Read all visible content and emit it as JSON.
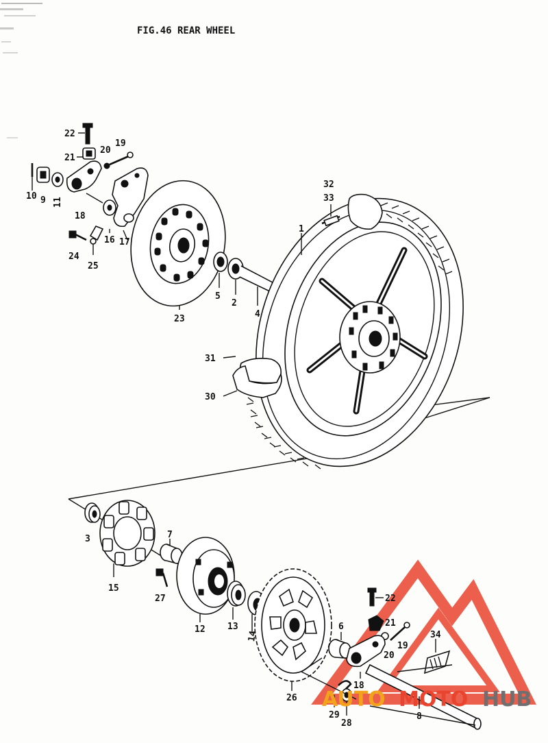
{
  "title": "FIG.46   REAR WHEEL",
  "labels": {
    "l1": "1",
    "l2": "2",
    "l3": "3",
    "l4": "4",
    "l5": "5",
    "l6": "6",
    "l7": "7",
    "l8": "8",
    "l9": "9",
    "l10": "10",
    "l11": "11",
    "l12": "12",
    "l13": "13",
    "l14": "14",
    "l15": "15",
    "l16": "16",
    "l17": "17",
    "l18a": "18",
    "l18b": "18",
    "l19a": "19",
    "l19b": "19",
    "l20a": "20",
    "l20b": "20",
    "l21a": "21",
    "l21b": "21",
    "l22a": "22",
    "l22b": "22",
    "l23": "23",
    "l24": "24",
    "l25": "25",
    "l26": "26",
    "l27": "27",
    "l28": "28",
    "l29": "29",
    "l30": "30",
    "l31": "31",
    "l32": "32",
    "l33": "33",
    "l34": "34"
  },
  "watermark": {
    "part1": "AUTO",
    "part2": "MOTO",
    "part3": "HUB"
  },
  "colors": {
    "ink": "#111111",
    "watermark_red": "#e8442e",
    "watermark_orange": "#f2a31b",
    "watermark_grey": "#6f6f6f"
  }
}
